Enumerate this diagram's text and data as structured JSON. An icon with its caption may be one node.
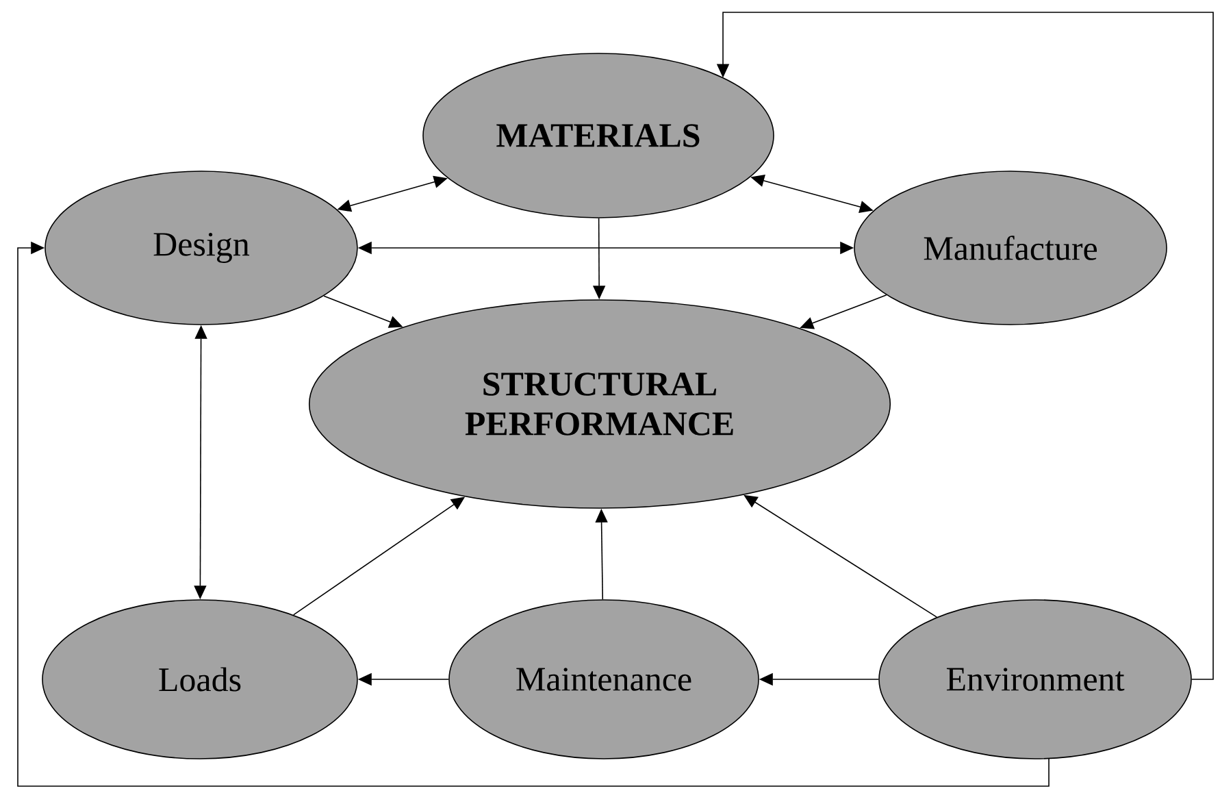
{
  "diagram": {
    "nodes": [
      {
        "text": [
          "MATERIALS"
        ]
      },
      {
        "text": [
          "Design"
        ]
      },
      {
        "text": [
          "Manufacture"
        ]
      },
      {
        "text": [
          "STRUCTURAL PERFORMANCE"
        ]
      },
      {
        "text": [
          "Loads"
        ]
      },
      {
        "text": [
          "Maintenance"
        ]
      },
      {
        "text": [
          "Environment"
        ]
      }
    ],
    "edges": [
      {
        "from": 0,
        "to": 1,
        "arrow": "both"
      },
      {
        "from": 0,
        "to": 2,
        "arrow": "both"
      },
      {
        "from": 1,
        "to": 2,
        "arrow": "both"
      },
      {
        "from": 0,
        "to": 3,
        "arrow": "to"
      },
      {
        "from": 1,
        "to": 3,
        "arrow": "to"
      },
      {
        "from": 2,
        "to": 3,
        "arrow": "to"
      },
      {
        "from": 1,
        "to": 4,
        "arrow": "both"
      },
      {
        "from": 4,
        "to": 3,
        "arrow": "to"
      },
      {
        "from": 5,
        "to": 3,
        "arrow": "to"
      },
      {
        "from": 6,
        "to": 3,
        "arrow": "to"
      },
      {
        "from": 5,
        "to": 4,
        "arrow": "to"
      },
      {
        "from": 6,
        "to": 5,
        "arrow": "to"
      },
      {
        "from": 6,
        "to": 0,
        "arrow": "to"
      },
      {
        "from": 6,
        "to": 1,
        "arrow": "to"
      }
    ]
  }
}
